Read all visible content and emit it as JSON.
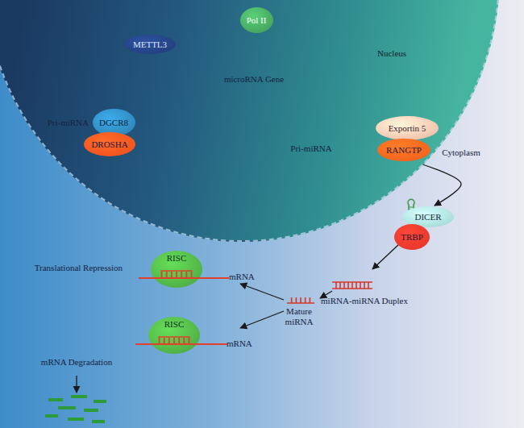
{
  "diagram": {
    "nodes": [
      {
        "text": [
          "Nucleus"
        ]
      },
      {
        "text": [
          "Pol II"
        ],
        "in": 0
      },
      {
        "text": [
          "METTL3"
        ],
        "in": 0
      },
      {
        "text": [
          "DGCR8"
        ],
        "in": 0
      },
      {
        "text": [
          "DROSHA"
        ],
        "in": 0
      },
      {
        "text": [
          "Exportin 5"
        ]
      },
      {
        "text": [
          "RANGTP"
        ]
      },
      {
        "text": [
          "DICER"
        ]
      },
      {
        "text": [
          "TRBP"
        ]
      },
      {
        "text": [
          "RISC"
        ]
      },
      {
        "text": [
          "RISC"
        ]
      }
    ],
    "edges": [
      {
        "from": 6,
        "to": 7,
        "arrow": "to"
      }
    ],
    "labels": [
      "microRNA Gene",
      "Pri-miRNA",
      "Pri-miRNA",
      "Cytoplasm",
      "miRNA-miRNA Duplex",
      "Mature miRNA",
      "Translational Repression",
      "mRNA",
      "mRNA",
      "mRNA Degradation"
    ]
  }
}
